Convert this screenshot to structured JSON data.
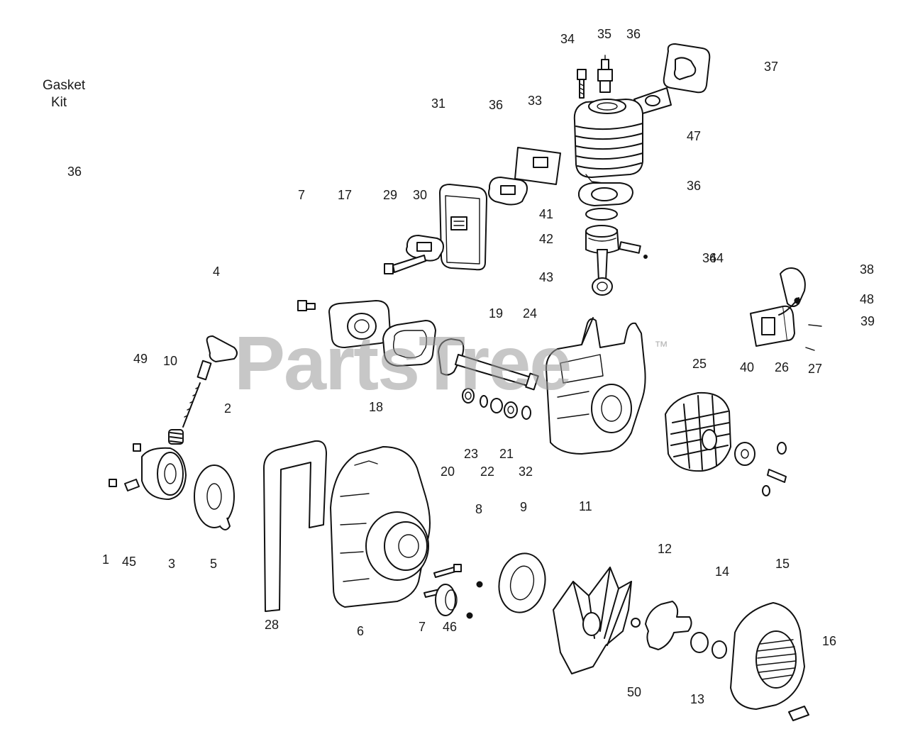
{
  "kit_label": [
    "Gasket",
    "Kit"
  ],
  "watermark": "PartsTree",
  "trademark": "™",
  "labels": [
    "1",
    "2",
    "3",
    "4",
    "5",
    "6",
    "7",
    "7",
    "8",
    "9",
    "10",
    "11",
    "12",
    "13",
    "14",
    "15",
    "16",
    "17",
    "18",
    "19",
    "20",
    "21",
    "22",
    "23",
    "24",
    "25",
    "26",
    "27",
    "28",
    "29",
    "30",
    "31",
    "32",
    "33",
    "34",
    "35",
    "36",
    "36",
    "36",
    "36",
    "36",
    "37",
    "38",
    "39",
    "40",
    "41",
    "42",
    "43",
    "44",
    "45",
    "46",
    "47",
    "48",
    "49",
    "50"
  ]
}
